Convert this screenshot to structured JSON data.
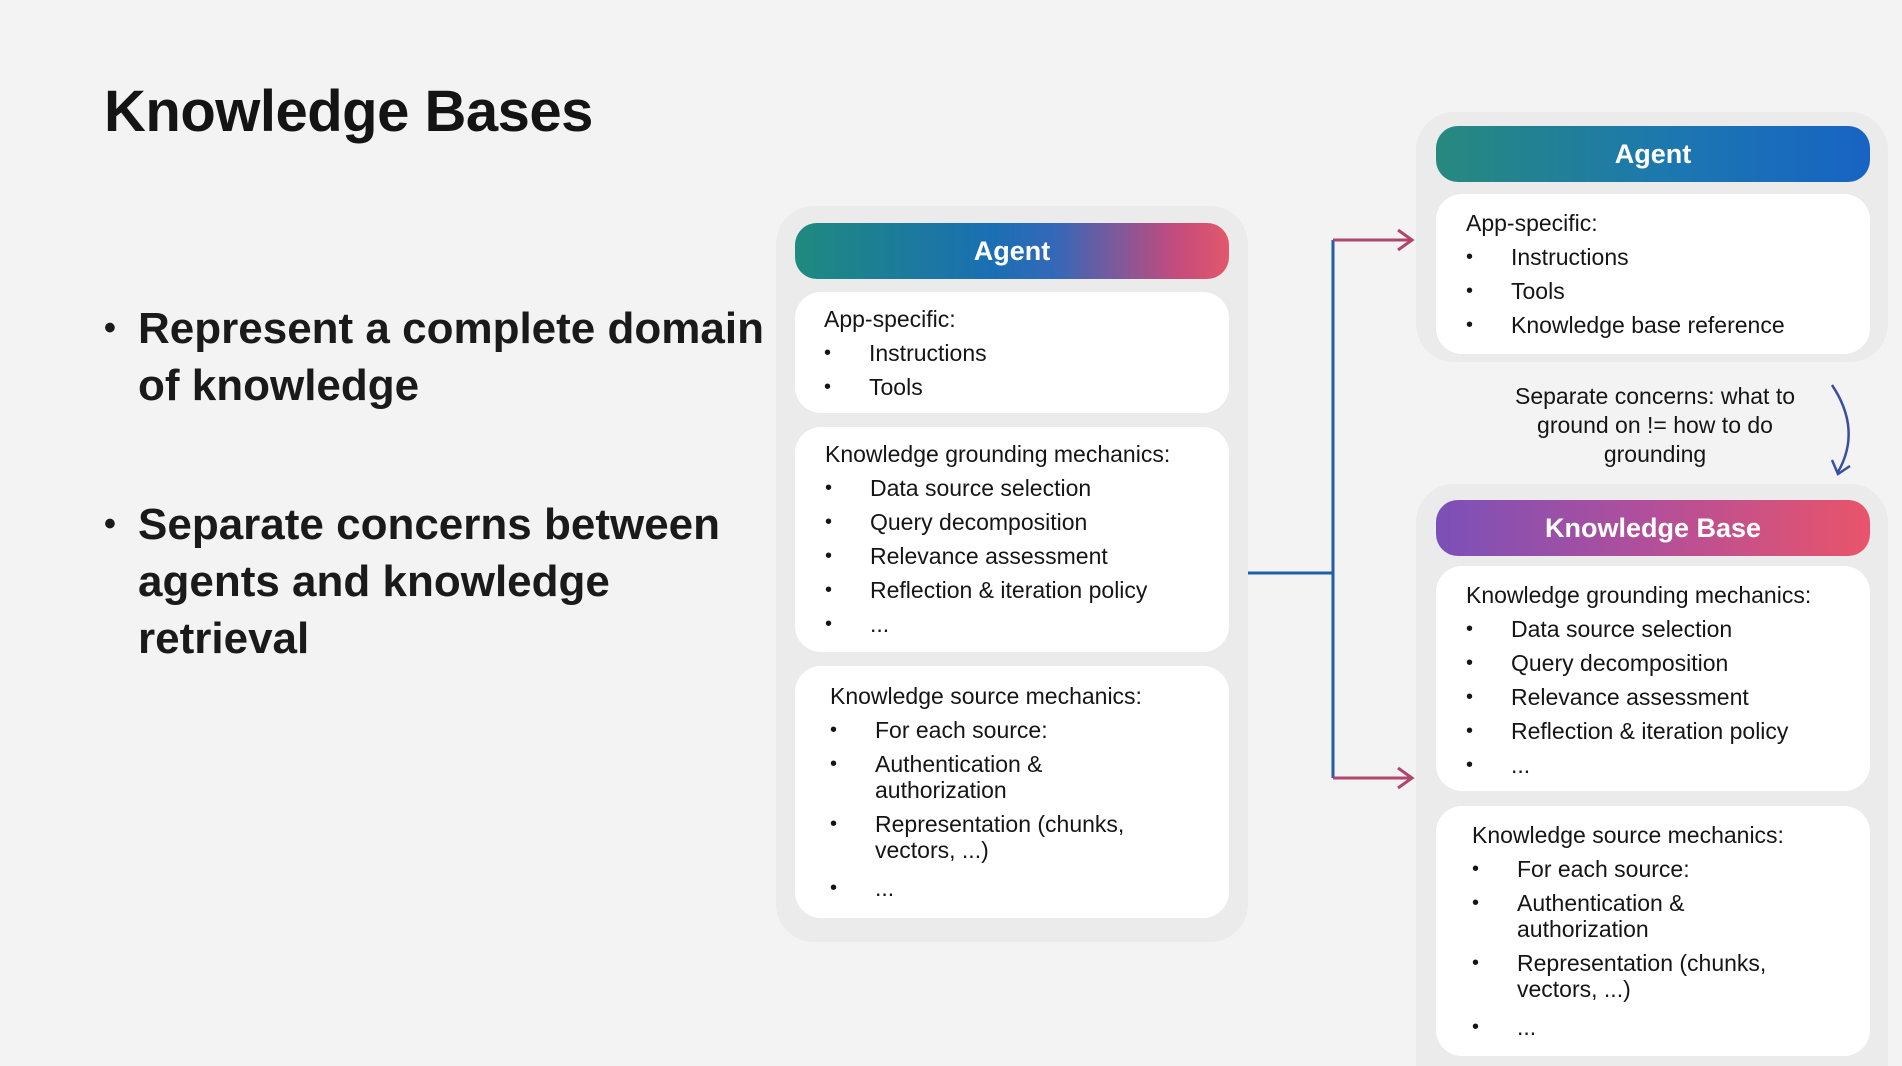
{
  "slide": {
    "title": "Knowledge Bases",
    "bullets": [
      {
        "text": "Represent a complete domain of knowledge"
      },
      {
        "text": "Separate concerns between agents and knowledge retrieval"
      }
    ]
  },
  "left_diagram": {
    "header": "Agent",
    "app_specific": {
      "heading": "App-specific:",
      "items": [
        "Instructions",
        "Tools"
      ]
    },
    "grounding": {
      "heading": "Knowledge grounding mechanics:",
      "items": [
        "Data source selection",
        "Query decomposition",
        "Relevance assessment",
        "Reflection & iteration policy",
        "..."
      ]
    },
    "source": {
      "heading": "Knowledge source mechanics:",
      "items": [
        "For each source:",
        "Authentication & authorization",
        "Representation (chunks, vectors, ...)",
        "..."
      ]
    }
  },
  "right_diagram": {
    "agent_header": "Agent",
    "app_specific": {
      "heading": "App-specific:",
      "items": [
        "Instructions",
        "Tools",
        "Knowledge base reference"
      ]
    },
    "note": "Separate concerns: what to ground on != how to do grounding",
    "kb_header": "Knowledge Base",
    "grounding": {
      "heading": "Knowledge grounding mechanics:",
      "items": [
        "Data source selection",
        "Query decomposition",
        "Relevance assessment",
        "Reflection & iteration policy",
        "..."
      ]
    },
    "source": {
      "heading": "Knowledge source mechanics:",
      "items": [
        "For each source:",
        "Authentication & authorization",
        "Representation (chunks, vectors, ...)",
        "..."
      ]
    }
  },
  "colors": {
    "connector_blue": "#1f5fa8",
    "arrow_pink": "#b0456e",
    "curve_arrow": "#3a4fa0"
  }
}
